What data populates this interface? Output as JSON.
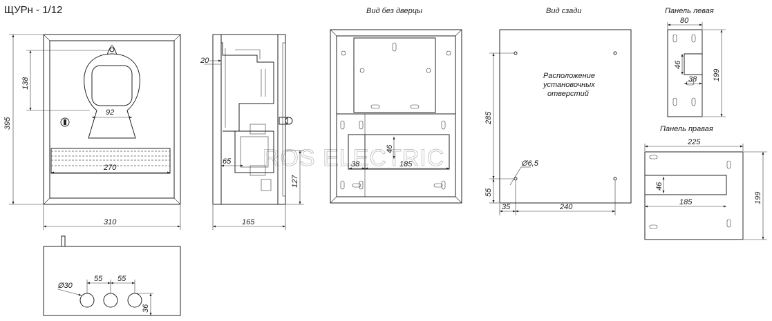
{
  "title": "ЩУРн - 1/12",
  "captions": {
    "no_door": "Вид без дверцы",
    "back": "Вид сзади",
    "left_panel": "Панель левая",
    "right_panel": "Панель правая",
    "holes_line1": "Расположение",
    "holes_line2": "установочных",
    "holes_line3": "отверстий"
  },
  "watermark": "ROS ELECTRIC",
  "dims": {
    "front_width": "310",
    "front_height": "395",
    "meter_window_height": "138",
    "meter_window_width": "92",
    "din_width": "270",
    "side_depth": "165",
    "side_top": "20",
    "side_inner": "65",
    "side_bottom": "127",
    "bottom_d1": "55",
    "bottom_d2": "55",
    "bottom_hole": "Ø30",
    "bottom_offset": "36",
    "nodoor_w1": "38",
    "nodoor_w2": "185",
    "nodoor_h": "46",
    "back_h1": "285",
    "back_h2": "55",
    "back_w1": "35",
    "back_w2": "240",
    "back_hole": "Ø6,5",
    "left_w": "80",
    "left_h": "199",
    "left_cut_h": "46",
    "left_cut_w": "38",
    "right_w": "225",
    "right_h": "199",
    "right_cut_h": "46",
    "right_cut_w": "185"
  }
}
